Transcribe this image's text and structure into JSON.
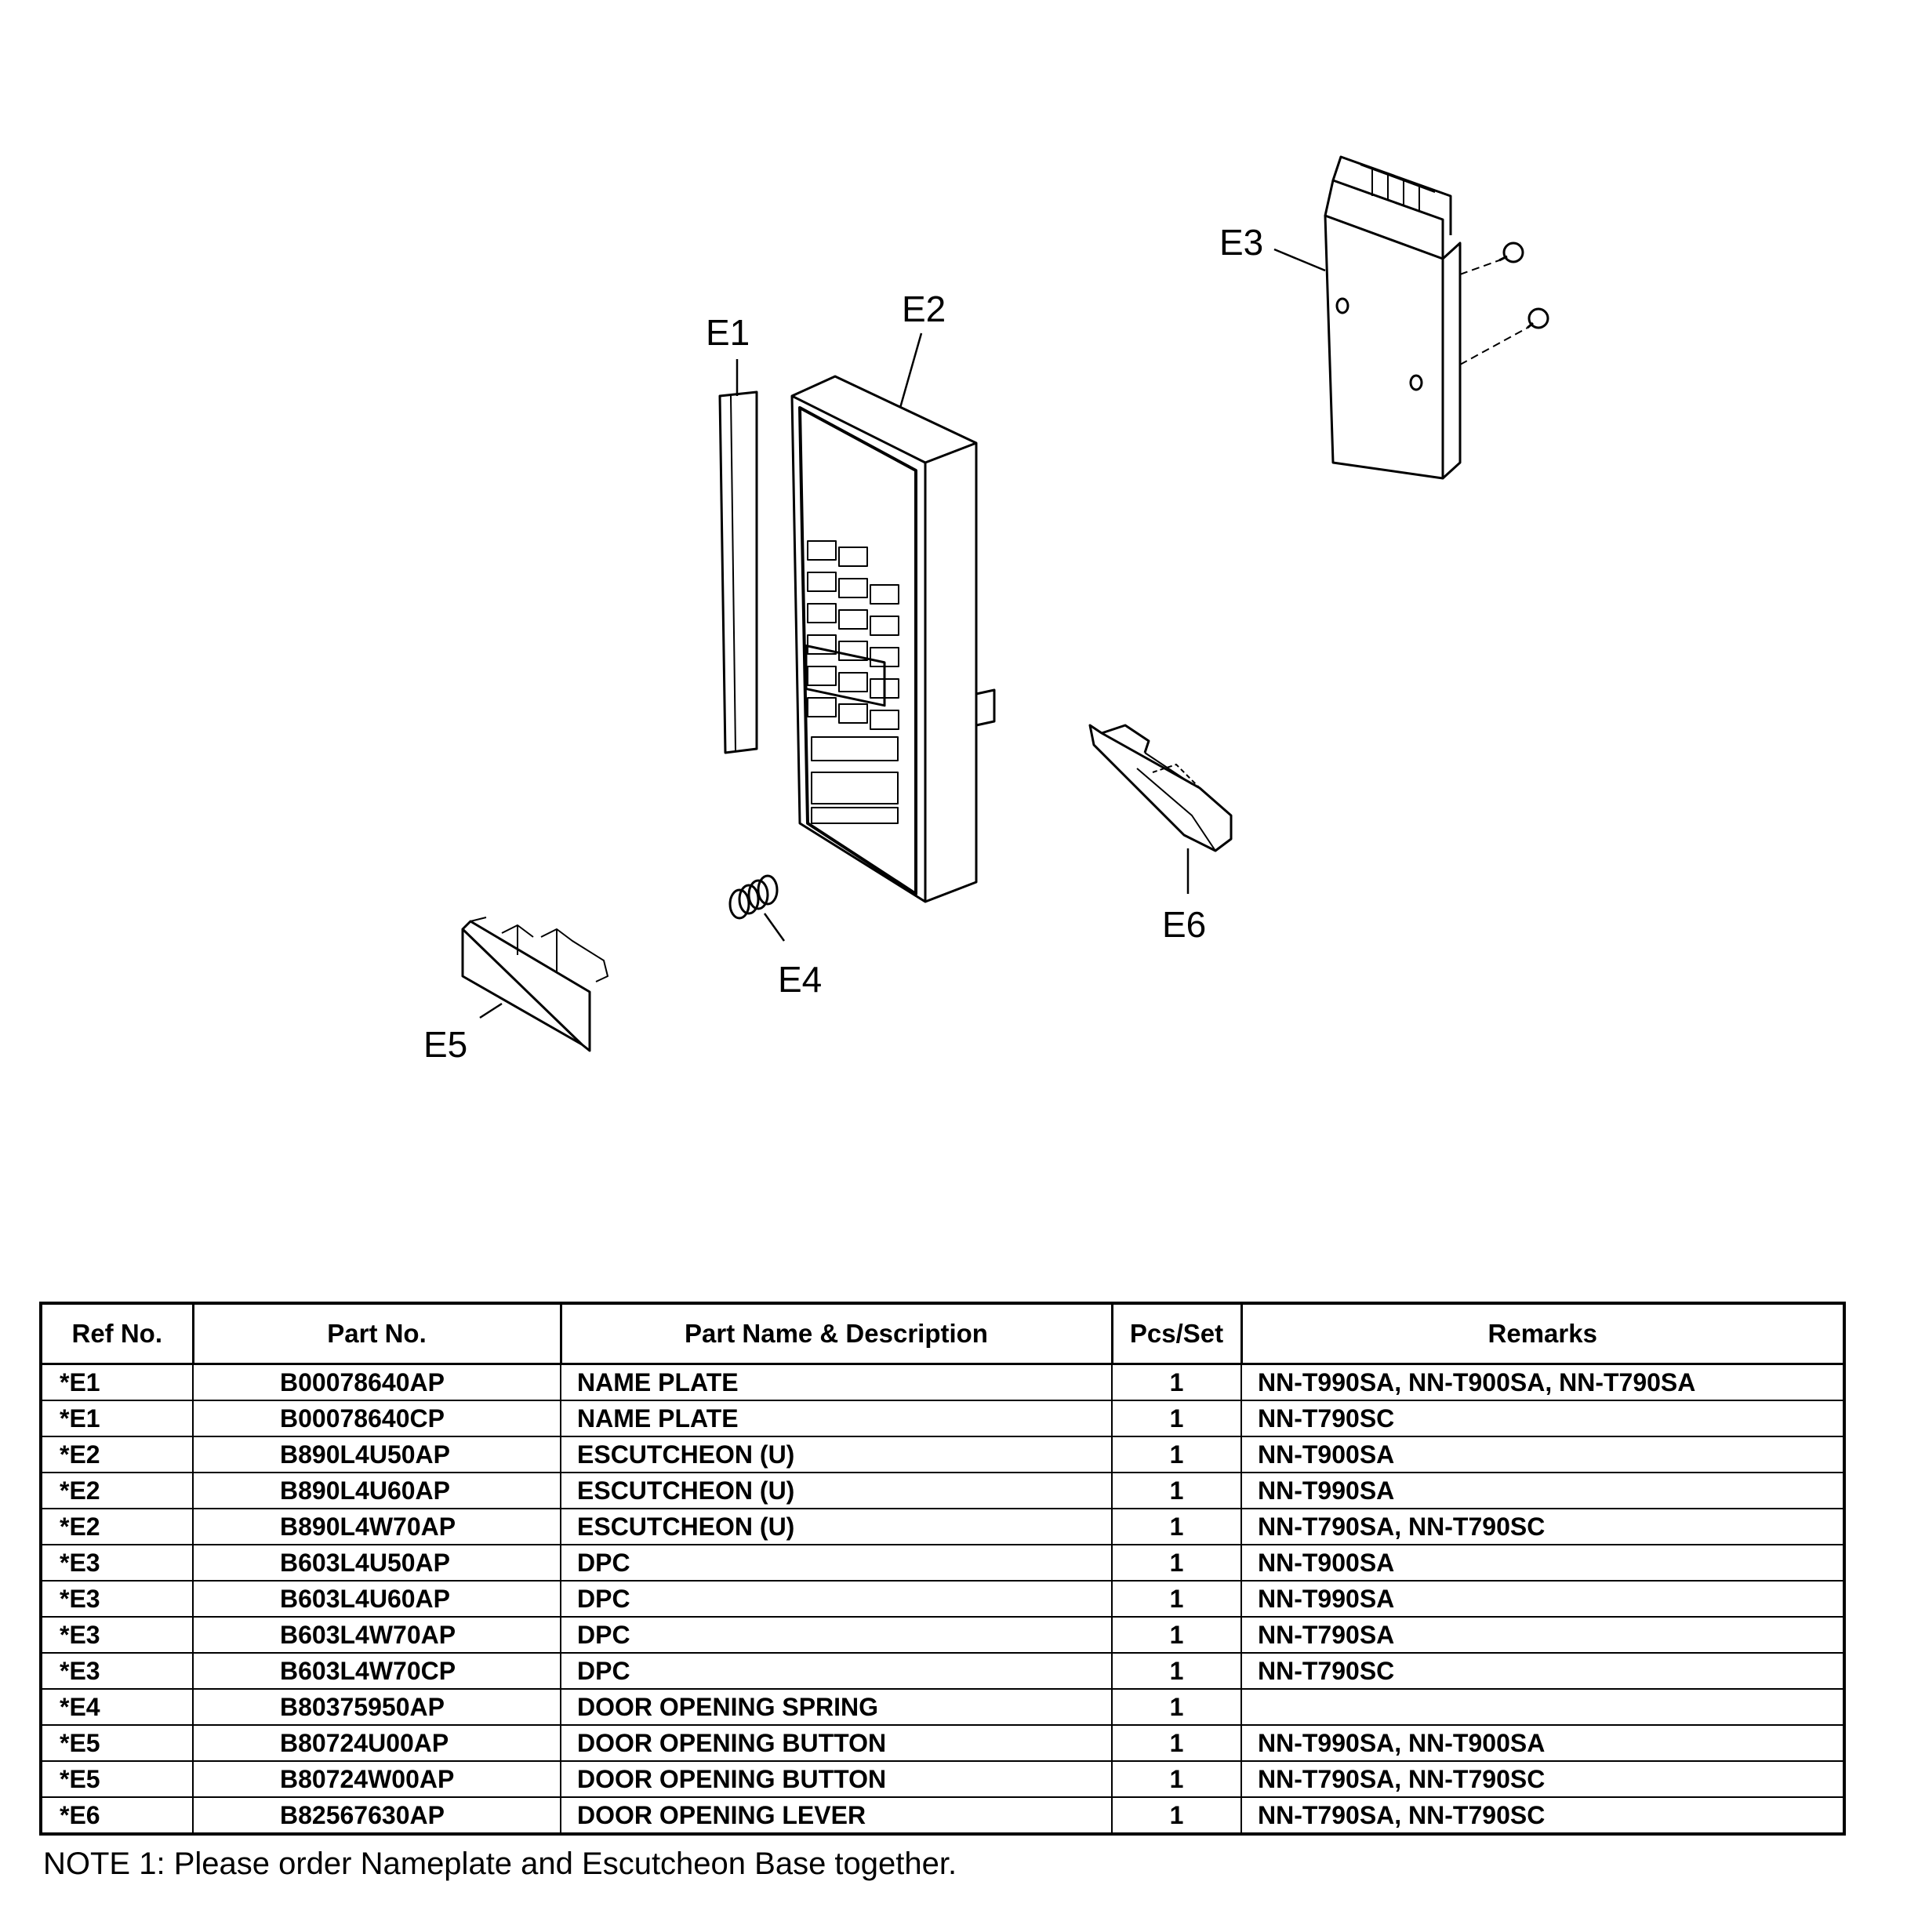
{
  "diagram": {
    "callouts": {
      "e1": "E1",
      "e2": "E2",
      "e3": "E3",
      "e4": "E4",
      "e5": "E5",
      "e6": "E6"
    }
  },
  "table": {
    "headers": {
      "ref": "Ref No.",
      "part": "Part No.",
      "name": "Part Name & Description",
      "qty": "Pcs/Set",
      "remarks": "Remarks"
    },
    "rows": [
      {
        "ref": "*E1",
        "part": "B00078640AP",
        "name": "NAME PLATE",
        "qty": "1",
        "remarks": "NN-T990SA, NN-T900SA, NN-T790SA"
      },
      {
        "ref": "*E1",
        "part": "B00078640CP",
        "name": "NAME PLATE",
        "qty": "1",
        "remarks": "NN-T790SC"
      },
      {
        "ref": "*E2",
        "part": "B890L4U50AP",
        "name": "ESCUTCHEON (U)",
        "qty": "1",
        "remarks": "NN-T900SA"
      },
      {
        "ref": "*E2",
        "part": "B890L4U60AP",
        "name": "ESCUTCHEON (U)",
        "qty": "1",
        "remarks": "NN-T990SA"
      },
      {
        "ref": "*E2",
        "part": "B890L4W70AP",
        "name": "ESCUTCHEON (U)",
        "qty": "1",
        "remarks": "NN-T790SA, NN-T790SC"
      },
      {
        "ref": "*E3",
        "part": "B603L4U50AP",
        "name": "DPC",
        "qty": "1",
        "remarks": "NN-T900SA"
      },
      {
        "ref": "*E3",
        "part": "B603L4U60AP",
        "name": "DPC",
        "qty": "1",
        "remarks": "NN-T990SA"
      },
      {
        "ref": "*E3",
        "part": "B603L4W70AP",
        "name": "DPC",
        "qty": "1",
        "remarks": "NN-T790SA"
      },
      {
        "ref": "*E3",
        "part": "B603L4W70CP",
        "name": "DPC",
        "qty": "1",
        "remarks": "NN-T790SC"
      },
      {
        "ref": "*E4",
        "part": "B80375950AP",
        "name": "DOOR OPENING SPRING",
        "qty": "1",
        "remarks": ""
      },
      {
        "ref": "*E5",
        "part": "B80724U00AP",
        "name": "DOOR OPENING BUTTON",
        "qty": "1",
        "remarks": "NN-T990SA, NN-T900SA"
      },
      {
        "ref": "*E5",
        "part": "B80724W00AP",
        "name": "DOOR OPENING BUTTON",
        "qty": "1",
        "remarks": "NN-T790SA, NN-T790SC"
      },
      {
        "ref": "*E6",
        "part": "B82567630AP",
        "name": "DOOR OPENING LEVER",
        "qty": "1",
        "remarks": "NN-T790SA, NN-T790SC"
      }
    ]
  },
  "note": "NOTE 1:  Please order Nameplate and Escutcheon Base together."
}
